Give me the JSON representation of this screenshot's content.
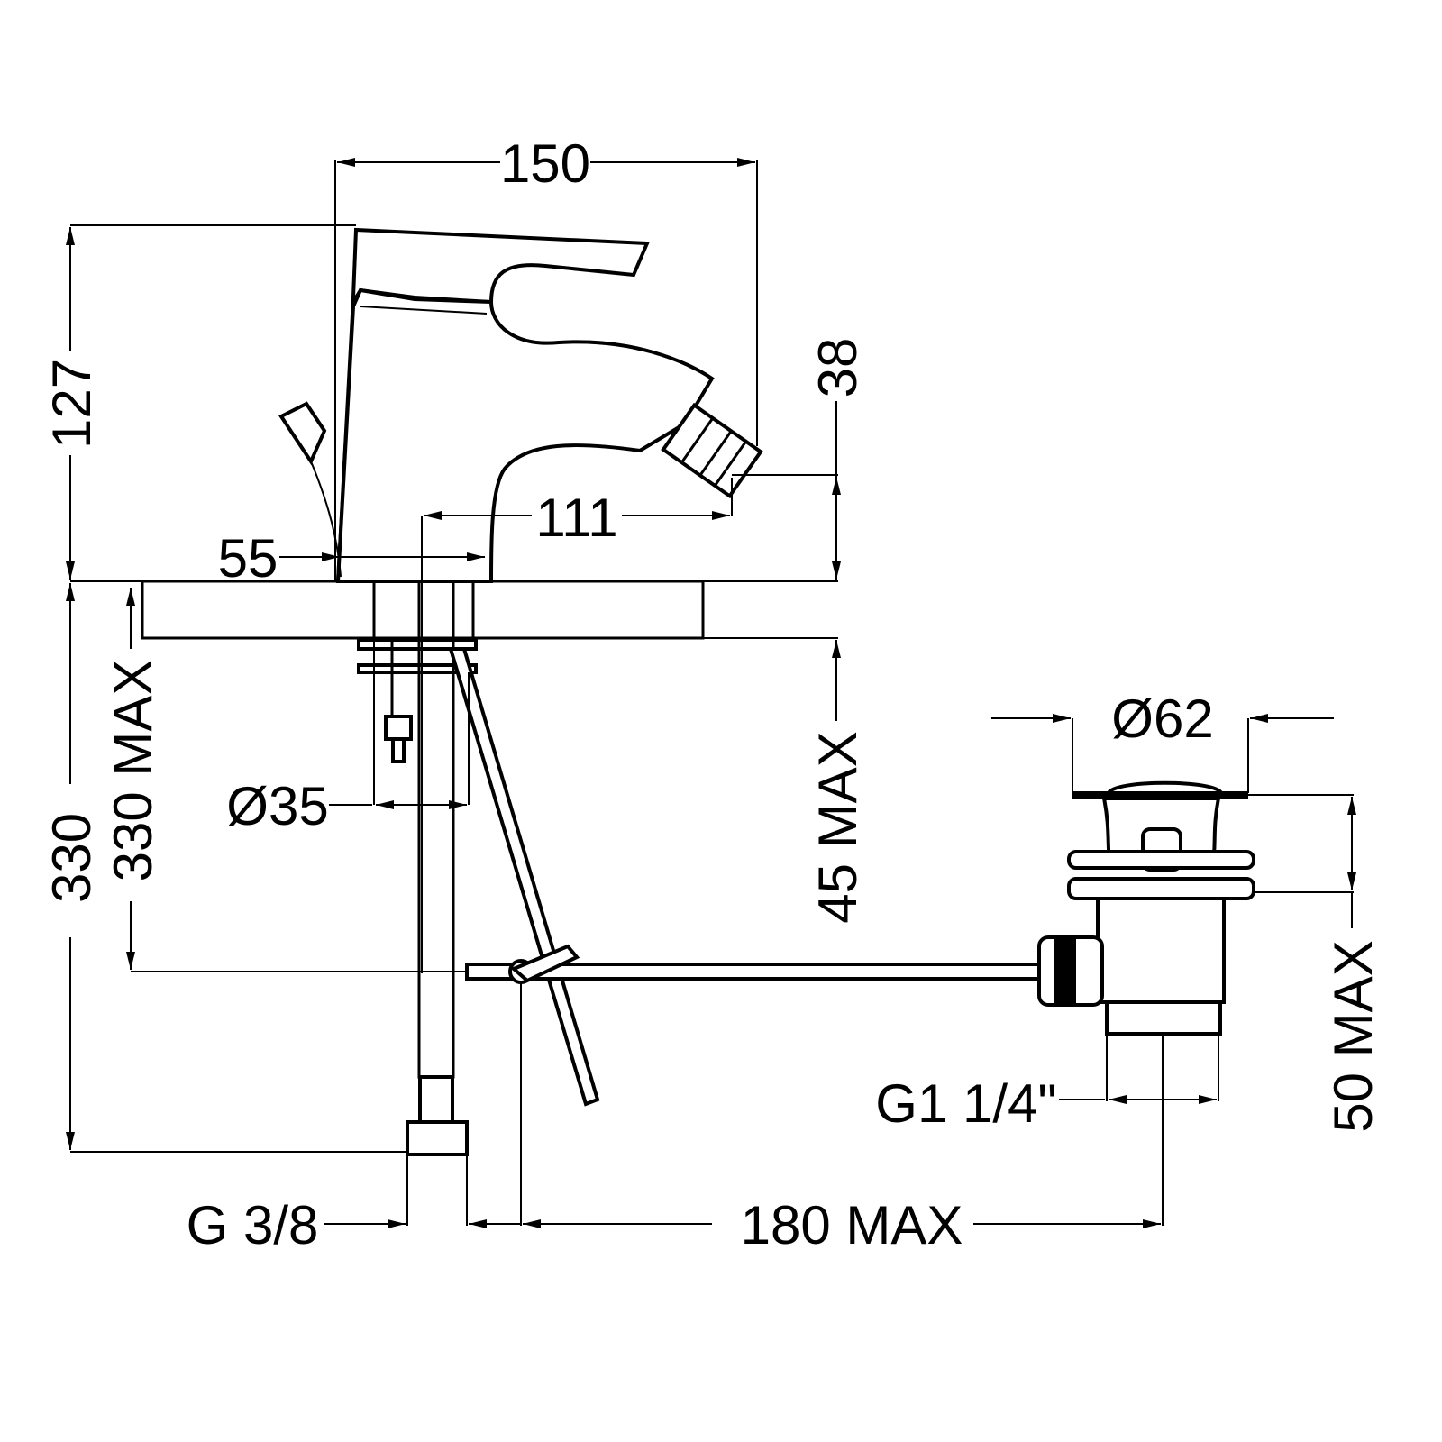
{
  "drawing": {
    "title": "Bidet mixer technical drawing",
    "colors": {
      "line": "#000000",
      "background": "#ffffff"
    },
    "dimensions": {
      "overall_width": "150",
      "height_above_deck": "127",
      "aerator_height": "38",
      "spout_reach": "111",
      "lever_offset": "55",
      "hose_length": "330",
      "rod_length_max": "330 MAX",
      "deck_thickness_max": "45 MAX",
      "hole_diameter": "Ø35",
      "waste_diameter": "Ø62",
      "waste_height_max": "50 MAX",
      "waste_thread": "G1 1/4\"",
      "inlet_thread": "G 3/8",
      "waste_distance_max": "180 MAX"
    }
  }
}
